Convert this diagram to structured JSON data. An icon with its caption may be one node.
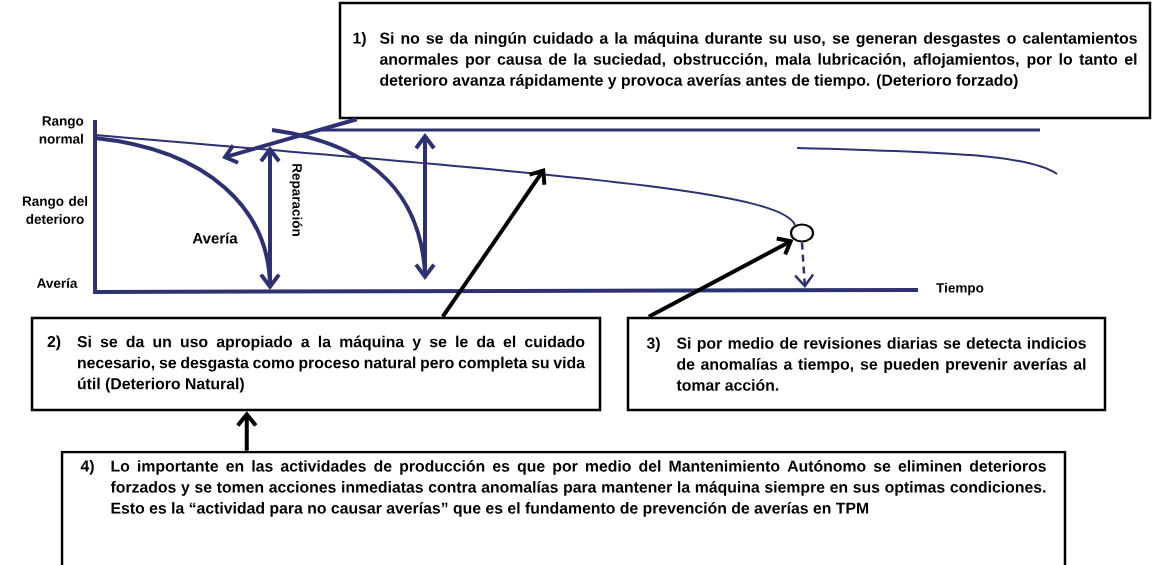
{
  "diagram": {
    "nodes": [
      {
        "text": [
          "1)",
          "Si no se da ningún cuidado a la máquina durante su uso, se generan desgastes o calentamientos anormales por causa de la suciedad, obstrucción, mala lubricación, aflojamientos, por lo tanto el deterioro avanza rápidamente y provoca averías antes de tiempo. (Deterioro forzado)"
        ]
      },
      {
        "text": [
          "2)",
          "Si se da un uso apropiado a la máquina y se le da el cuidado necesario, se desgasta como proceso natural pero completa su vida útil (Deterioro Natural)"
        ]
      },
      {
        "text": [
          "3)",
          "Si por medio de revisiones diarias se detecta indicios de anomalías a tiempo, se pueden prevenir averías al tomar acción."
        ]
      },
      {
        "text": [
          "4)",
          "Lo importante en las actividades de producción es que por medio del Mantenimiento Autónomo se eliminen deterioros forzados y se tomen acciones inmediatas contra anomalías para mantener la máquina siempre en sus optimas condiciones. Esto es la “actividad para no causar averías” que es el fundamento de prevención de averías en TPM"
        ]
      },
      {
        "text": [],
        "shape": "circle"
      }
    ],
    "edges": [
      {
        "from": 0,
        "to": null,
        "arrow": "to",
        "color": "#2e3170"
      },
      {
        "from": 1,
        "to": null,
        "arrow": "to"
      },
      {
        "from": 2,
        "to": 4,
        "arrow": "to"
      },
      {
        "from": 3,
        "to": 1,
        "arrow": "to"
      },
      {
        "from": 4,
        "to": null,
        "arrow": "to",
        "style": "dashed",
        "color": "#2e3170"
      }
    ],
    "labels": [
      "Rango normal",
      "Rango del deterioro",
      "Avería",
      "Avería",
      "Reparación",
      "Tiempo"
    ]
  }
}
